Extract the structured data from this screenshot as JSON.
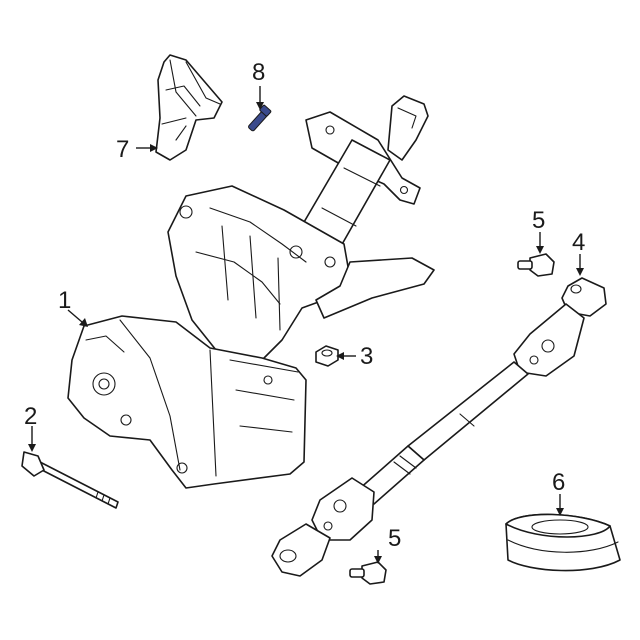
{
  "callouts": [
    {
      "id": "c1",
      "label": "1"
    },
    {
      "id": "c2",
      "label": "2"
    },
    {
      "id": "c3",
      "label": "3"
    },
    {
      "id": "c4",
      "label": "4"
    },
    {
      "id": "c5a",
      "label": "5"
    },
    {
      "id": "c5b",
      "label": "5"
    },
    {
      "id": "c6",
      "label": "6"
    },
    {
      "id": "c7",
      "label": "7"
    },
    {
      "id": "c8",
      "label": "8"
    }
  ],
  "colors": {
    "line": "#1a1a1a",
    "highlight_part": "#3a4a8c",
    "background": "#ffffff"
  }
}
